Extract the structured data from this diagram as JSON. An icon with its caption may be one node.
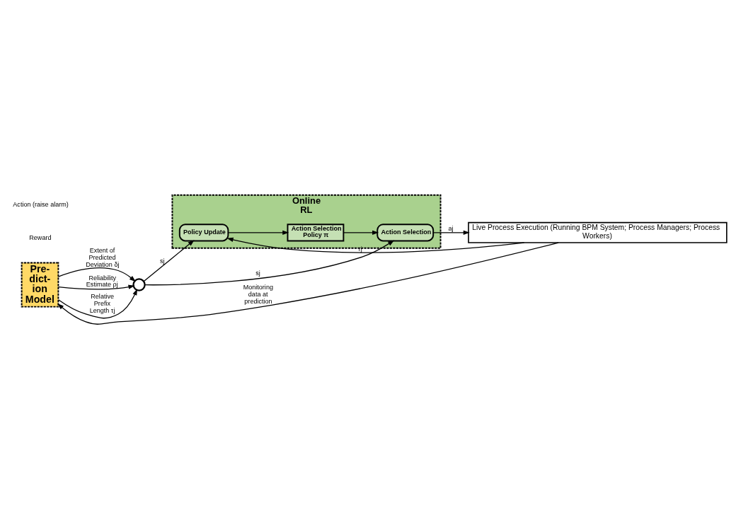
{
  "diagram": {
    "nodes": [
      {
        "text": [
          "Pre- dict- ion Model"
        ]
      },
      {
        "text": [
          "Online RL"
        ]
      },
      {
        "text": [
          "Policy Update"
        ],
        "in": 1
      },
      {
        "text": [
          "Action Selection Policy π"
        ],
        "in": 1
      },
      {
        "text": [
          "Action Selection"
        ],
        "in": 1
      },
      {
        "text": [],
        "shape": "circle"
      },
      {
        "text": [
          "Live Process Execution (Running BPM System; Process Managers; Process Workers)"
        ]
      }
    ],
    "edges": [
      {
        "from": 0,
        "to": 5,
        "arrow": "to",
        "label": "Extent of Predicted Deviation δj"
      },
      {
        "from": 0,
        "to": 5,
        "arrow": "to",
        "label": "Reliability Estimate ρj"
      },
      {
        "from": 0,
        "to": 5,
        "arrow": "to",
        "label": "Relative Prefix Length τj"
      },
      {
        "from": 5,
        "to": 2,
        "arrow": "to",
        "label": "sj"
      },
      {
        "from": 5,
        "to": 4,
        "arrow": "to",
        "label": "sj"
      },
      {
        "from": 2,
        "to": 3,
        "arrow": "to"
      },
      {
        "from": 3,
        "to": 4,
        "arrow": "to"
      },
      {
        "from": 4,
        "to": 6,
        "arrow": "to",
        "label": "aj"
      },
      {
        "from": 6,
        "to": 2,
        "arrow": "to",
        "label": "rj"
      },
      {
        "from": 6,
        "to": 0,
        "arrow": "to",
        "label": "Monitoring data at prediction"
      }
    ],
    "labels": [
      "Reward",
      "Action (raise alarm)"
    ]
  }
}
